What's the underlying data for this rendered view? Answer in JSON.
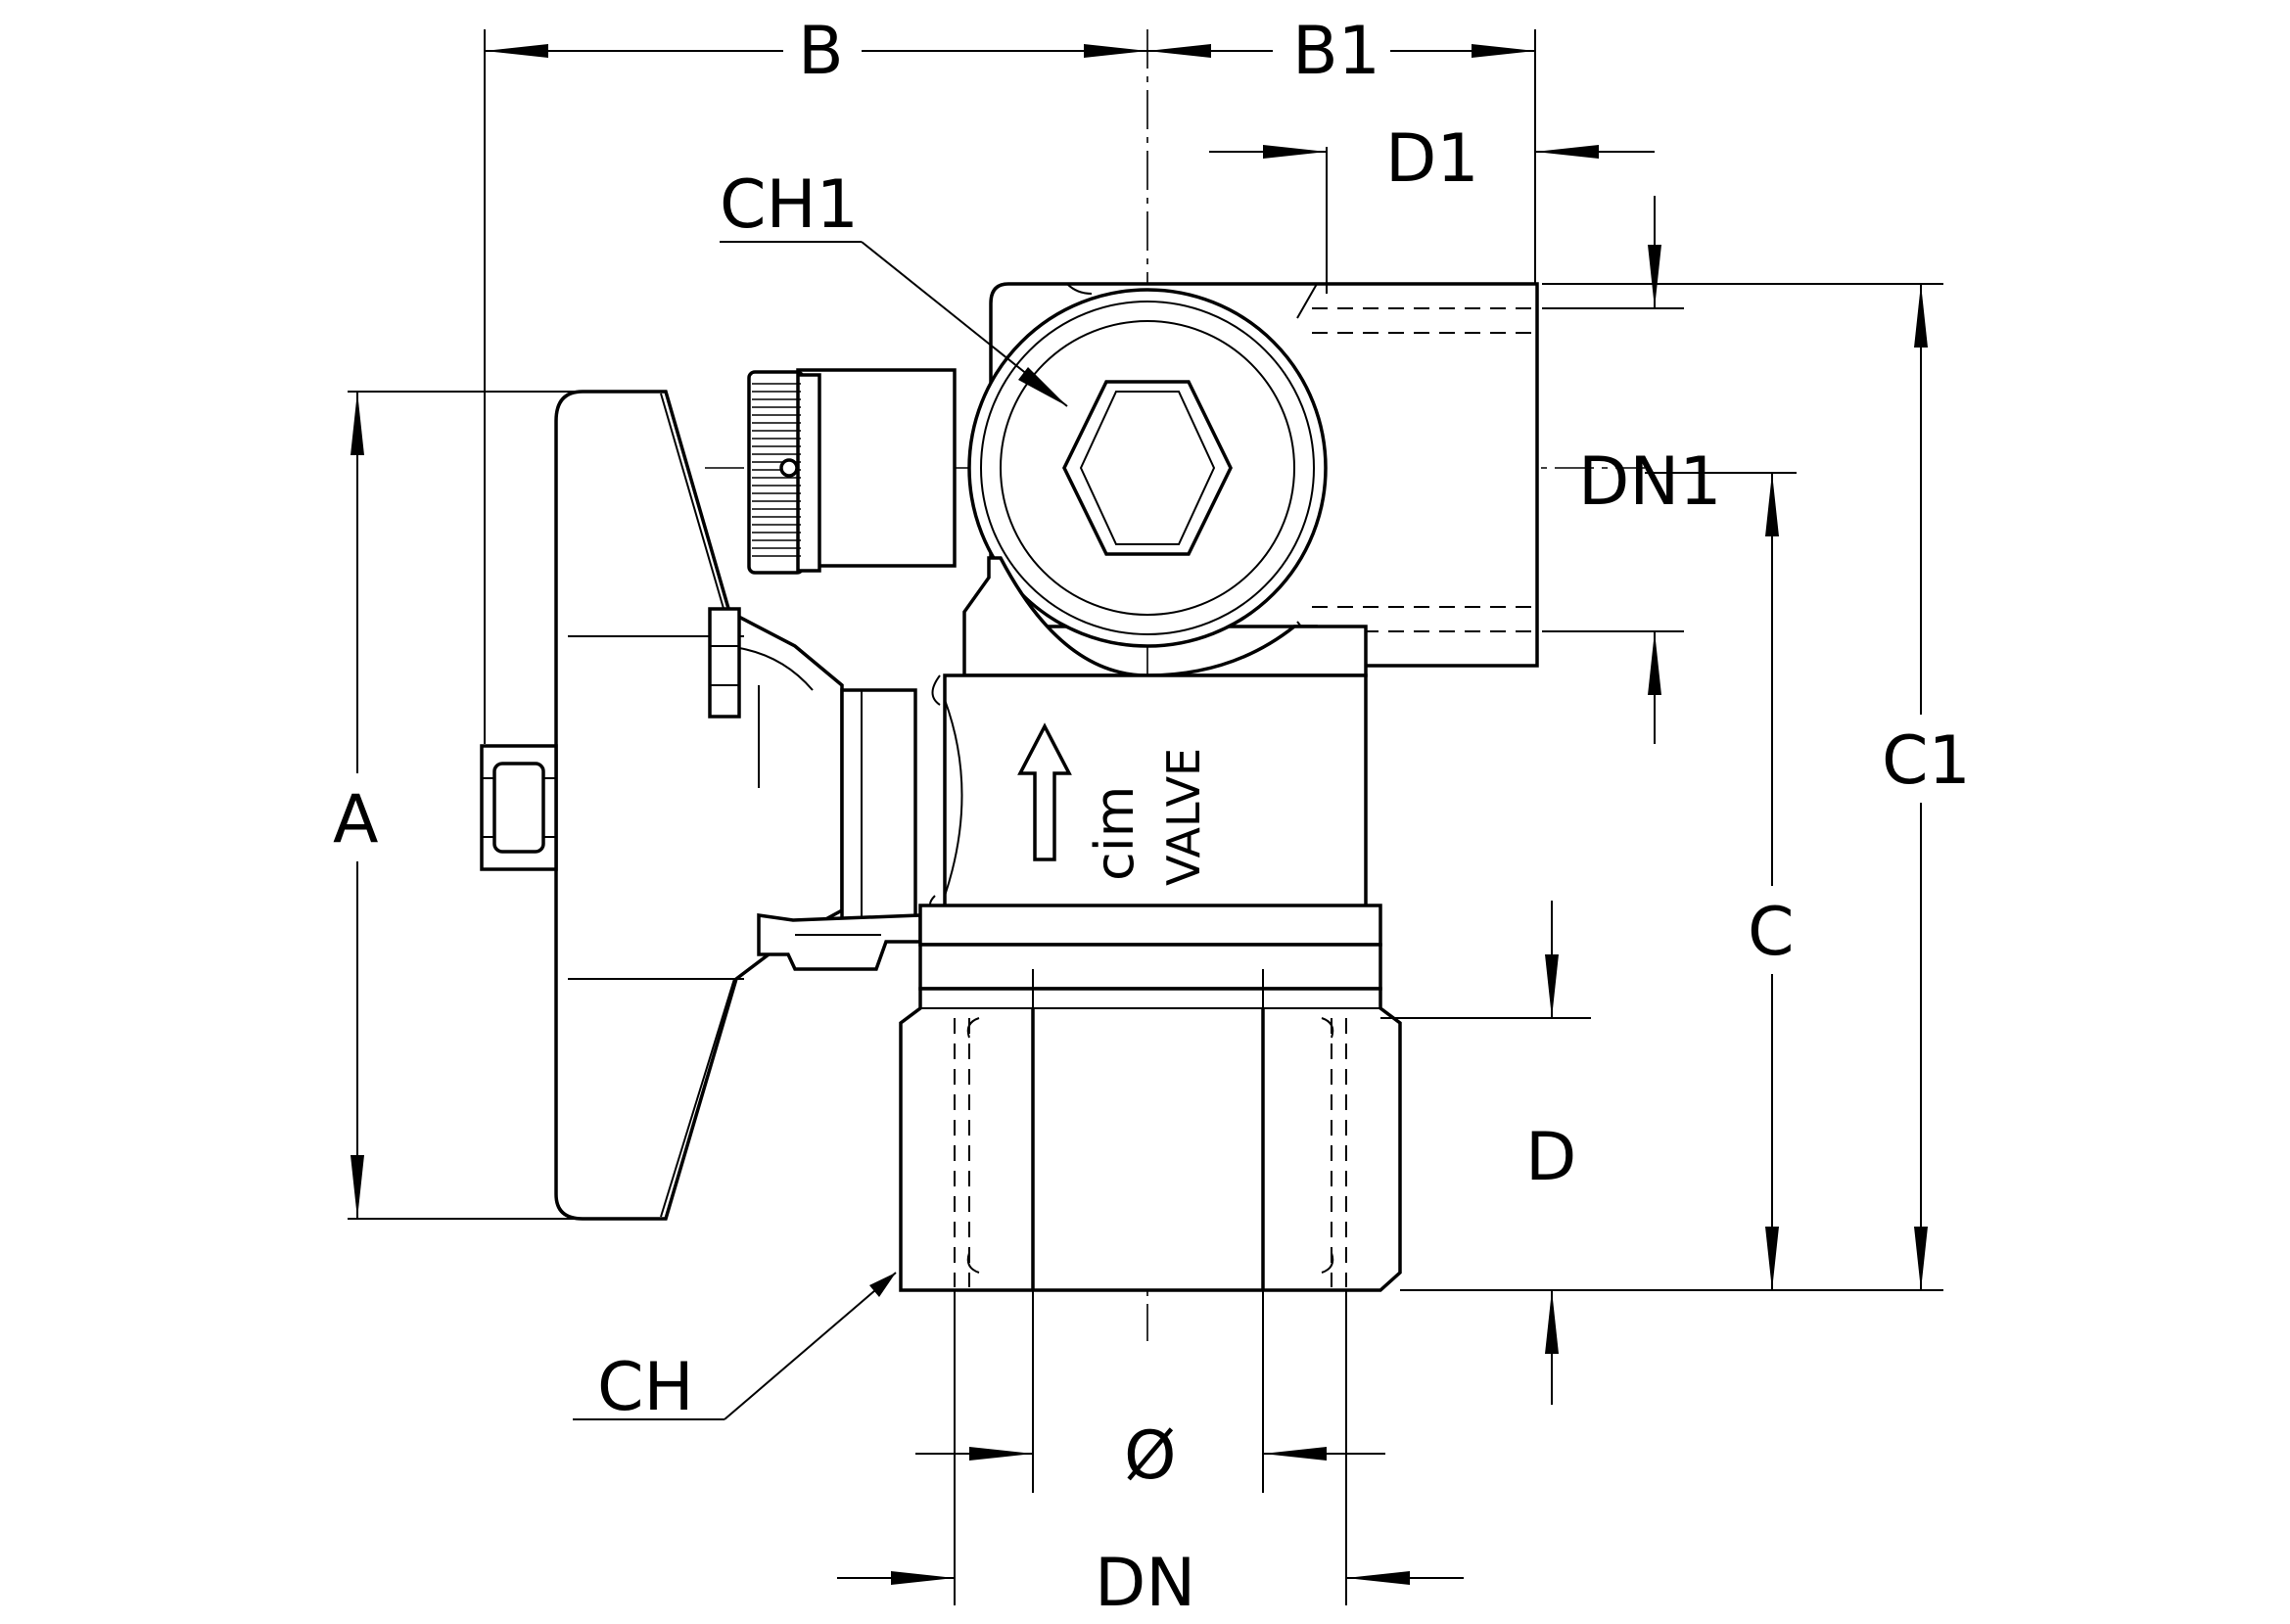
{
  "labels": {
    "B": "B",
    "B1": "B1",
    "D1": "D1",
    "CH1": "CH1",
    "DN1": "DN1",
    "A": "A",
    "C1": "C1",
    "C": "C",
    "D": "D",
    "CH": "CH",
    "diameter": "Ø",
    "DN": "DN"
  },
  "body_marking": {
    "brand": "cim",
    "model": "VALVE"
  }
}
